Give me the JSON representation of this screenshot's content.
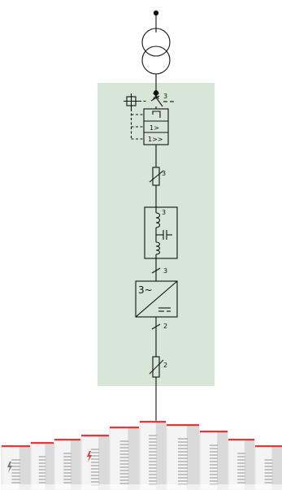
{
  "colors": {
    "background": "#ffffff",
    "panel": "#d7e6d6",
    "line": "#111111",
    "cabinet_light": "#f4f4f4",
    "cabinet_shade": "#dadada",
    "cabinet_grill": "#b6b6b6",
    "accent_red": "#e03a3a"
  },
  "protection": {
    "cb_pole_count": "3",
    "overload_label": "1>",
    "short_circuit_label": "1>>"
  },
  "fuse_ac": {
    "pole_count": "3"
  },
  "filter": {
    "pole_count": "3"
  },
  "inverter": {
    "pole_count_ac": "3",
    "ac_symbol": "3~",
    "dc_symbol": "=",
    "pole_count_dc": "2"
  },
  "fuse_dc": {
    "pole_count": "2"
  },
  "battery_bank": {
    "cabinets": 10,
    "icon": "lightning-bolt-icon"
  }
}
